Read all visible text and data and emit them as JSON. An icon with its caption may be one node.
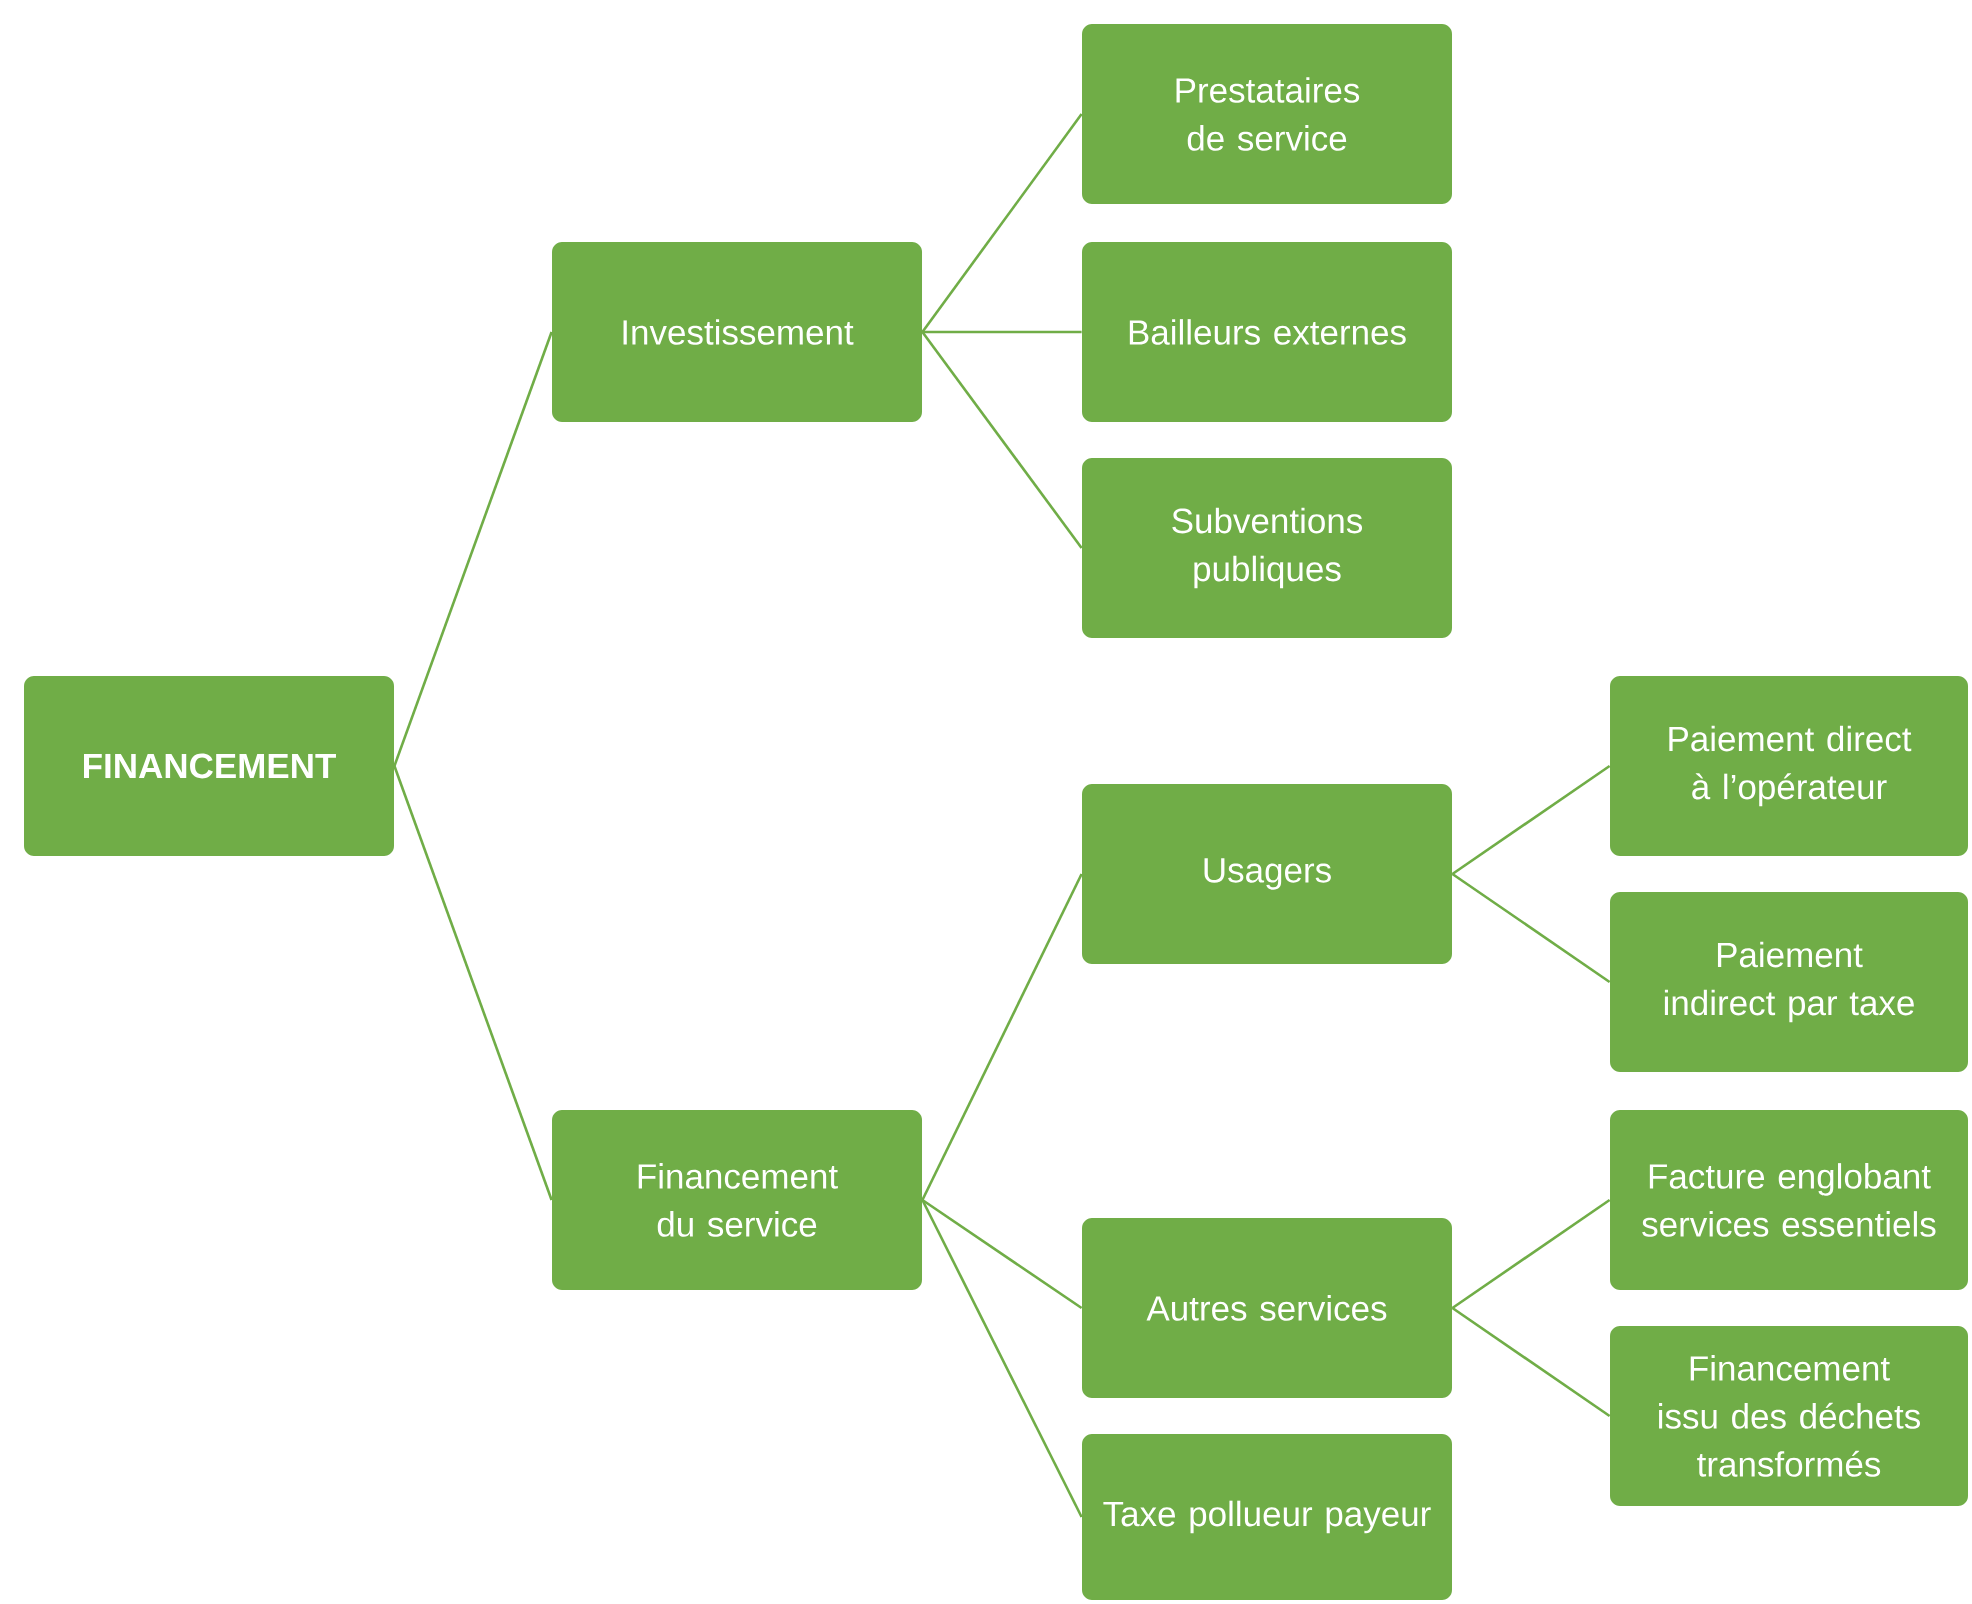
{
  "diagram": {
    "nodes": [
      {
        "text": [
          "FINANCEMENT"
        ]
      },
      {
        "text": [
          "Investissement"
        ]
      },
      {
        "text": [
          "Prestataires de service"
        ]
      },
      {
        "text": [
          "Bailleurs externes"
        ]
      },
      {
        "text": [
          "Subventions publiques"
        ]
      },
      {
        "text": [
          "Financement du service"
        ]
      },
      {
        "text": [
          "Usagers"
        ]
      },
      {
        "text": [
          "Paiement direct à l’opérateur"
        ]
      },
      {
        "text": [
          "Paiement indirect par taxe"
        ]
      },
      {
        "text": [
          "Autres services"
        ]
      },
      {
        "text": [
          "Facture englobant services essentiels"
        ]
      },
      {
        "text": [
          "Financement issu des déchets transformés"
        ]
      },
      {
        "text": [
          "Taxe pollueur payeur"
        ]
      }
    ],
    "edges": [
      {
        "from": 0,
        "to": 1,
        "arrow": "none"
      },
      {
        "from": 0,
        "to": 5,
        "arrow": "none"
      },
      {
        "from": 1,
        "to": 2,
        "arrow": "none"
      },
      {
        "from": 1,
        "to": 3,
        "arrow": "none"
      },
      {
        "from": 1,
        "to": 4,
        "arrow": "none"
      },
      {
        "from": 5,
        "to": 6,
        "arrow": "none"
      },
      {
        "from": 5,
        "to": 9,
        "arrow": "none"
      },
      {
        "from": 5,
        "to": 12,
        "arrow": "none"
      },
      {
        "from": 6,
        "to": 7,
        "arrow": "none"
      },
      {
        "from": 6,
        "to": 8,
        "arrow": "none"
      },
      {
        "from": 9,
        "to": 10,
        "arrow": "none"
      },
      {
        "from": 9,
        "to": 11,
        "arrow": "none"
      }
    ]
  }
}
